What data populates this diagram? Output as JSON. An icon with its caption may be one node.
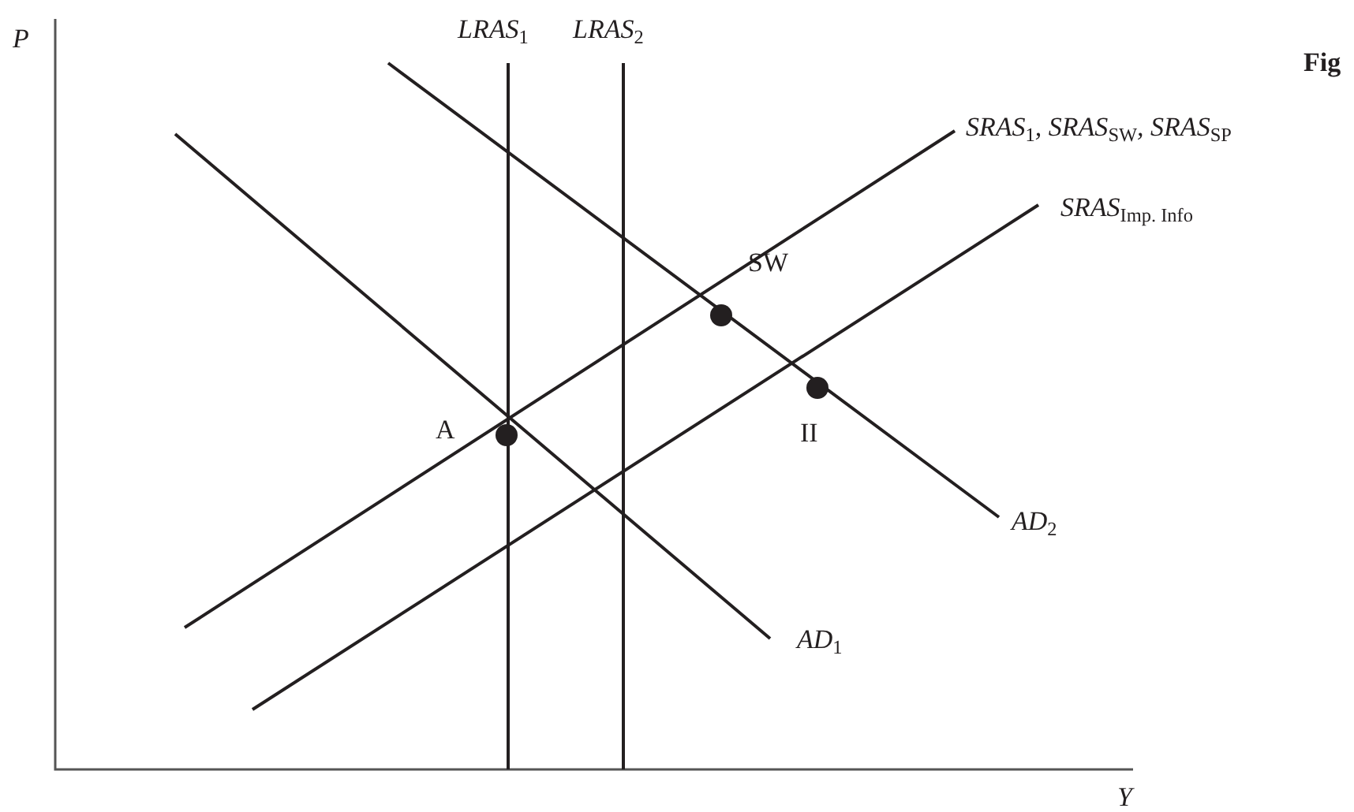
{
  "diagram": {
    "labels": [
      "P",
      "LRAS$_{1}$",
      "LRAS$_{2}$",
      "Fig",
      "SRAS$_{1}$, SRAS$_{SW}$, SRAS$_{SP}$",
      "SW",
      "SRAS$_{Imp. Info}$",
      "A",
      "II",
      "AD$_{2}$",
      "AD$_{1}$",
      "Y"
    ]
  }
}
